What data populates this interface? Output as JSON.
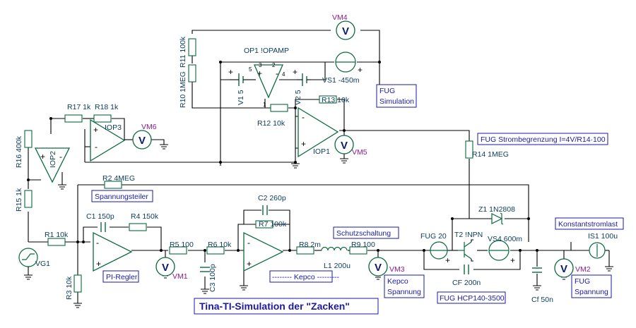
{
  "labels": {
    "r11": "R11 100k",
    "r10": "R10 1MEG",
    "r16": "R16 400k",
    "r15": "R15 1k",
    "r3": "R3 10k",
    "r17": "R17 1k",
    "r18": "R18 1k",
    "r12": "R12 10k",
    "r13": "R13 10k",
    "r14": "R14 1MEG",
    "r2": "R2 4MEG",
    "r1": "R1 10k",
    "r4": "R4 150k",
    "r5": "R5 100",
    "r6": "R6 10k",
    "r7": "R7 100k",
    "r8": "R8 2m",
    "r9": "R9 100",
    "c1": "C1 150p",
    "c2": "C2 260p",
    "c3": "C3 100p",
    "cf": "CF 200n",
    "cf5": "Cf 50n",
    "l1": "L1 200u",
    "z1": "Z1 1N2808",
    "t2": "T2 !NPN",
    "v1": "V1 5",
    "v2": "V2 5",
    "vs1": "VS1 -450m",
    "vs4": "VS4 600m",
    "is1": "IS1 100u",
    "vg1": "VG1",
    "op1": "OP1 !OPAMP",
    "iop1": "IOP1",
    "iop2": "IOP2",
    "iop3": "IOP3",
    "fug20": "FUG 20",
    "vm1": "VM1",
    "vm2": "VM2",
    "vm3": "VM3",
    "vm4": "VM4",
    "vm5": "VM5",
    "vm6": "VM6"
  },
  "notes": {
    "fug_sim_1": "FUG",
    "fug_sim_2": "Simulation",
    "fug_strom": "FUG Strombegrenzung I=4V/R14·100",
    "spannungsteiler": "Spannungsteiler",
    "konstantstromlast": "Konstantstromlast",
    "schutzschaltung": "Schutzschaltung",
    "pi_regler": "PI-Regler",
    "kepco": "-------- Kepco ---------",
    "kepco_sp_1": "Kepco",
    "kepco_sp_2": "Spannung",
    "fug_hcp": "FUG HCP140-3500",
    "fug_sp_1": "FUG",
    "fug_sp_2": "Spannung"
  },
  "title": "Tina-TI-Simulation der \"Zacken\"",
  "pins": {
    "p1": "1",
    "p2": "2",
    "p3": "3",
    "p4": "4",
    "p5": "5"
  },
  "symbols": {
    "meter_v": "V",
    "plus": "+",
    "minus": "-"
  }
}
